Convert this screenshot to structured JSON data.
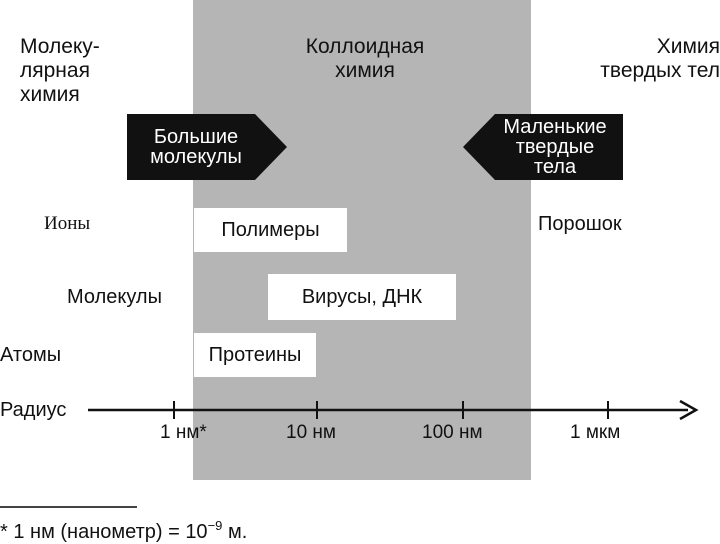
{
  "columns": {
    "molecular": "Молеку-\nлярная\nхимия",
    "colloid": "Коллоидная\nхимия",
    "solid": "Химия\nтвердых тел"
  },
  "arrows": {
    "big_molecules": "Большие\nмолекулы",
    "small_solids": "Маленькие\nтвердые\nтела"
  },
  "labels": {
    "ions": "Ионы",
    "polymers": "Полимеры",
    "powder": "Порошок",
    "molecules": "Молекулы",
    "viruses_dna": "Вирусы, ДНК",
    "atoms": "Атомы",
    "proteins": "Протеины"
  },
  "axis": {
    "label": "Радиус",
    "ticks": [
      "1 нм*",
      "10 нм",
      "100 нм",
      "1 мкм"
    ]
  },
  "footnote": {
    "prefix": "* 1 нм (нанометр) = 10",
    "exponent": "−9",
    "suffix": " м."
  },
  "colors": {
    "colloid_zone": "#b5b5b5",
    "arrow_fill": "#111111"
  }
}
